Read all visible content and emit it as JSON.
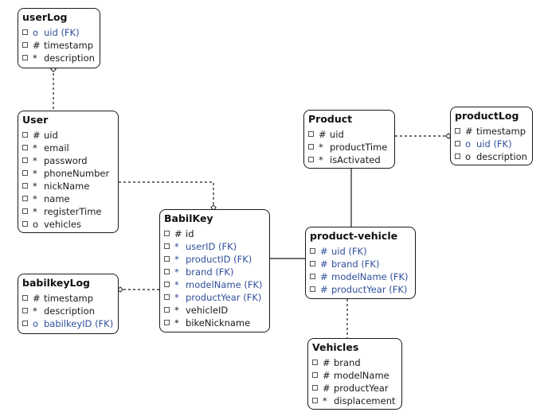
{
  "entities": [
    {
      "id": "userLog",
      "title": "userLog",
      "attrs": [
        {
          "sym": "o",
          "name": "uid (FK)",
          "fk": true
        },
        {
          "sym": "#",
          "name": "timestamp",
          "fk": false
        },
        {
          "sym": "*",
          "name": "description",
          "fk": false
        }
      ]
    },
    {
      "id": "User",
      "title": "User",
      "attrs": [
        {
          "sym": "#",
          "name": "uid",
          "fk": false
        },
        {
          "sym": "*",
          "name": "email",
          "fk": false
        },
        {
          "sym": "*",
          "name": "password",
          "fk": false
        },
        {
          "sym": "*",
          "name": "phoneNumber",
          "fk": false
        },
        {
          "sym": "*",
          "name": "nickName",
          "fk": false
        },
        {
          "sym": "*",
          "name": "name",
          "fk": false
        },
        {
          "sym": "*",
          "name": "registerTime",
          "fk": false
        },
        {
          "sym": "o",
          "name": "vehicles",
          "fk": false
        }
      ]
    },
    {
      "id": "Product",
      "title": "Product",
      "attrs": [
        {
          "sym": "#",
          "name": "uid",
          "fk": false
        },
        {
          "sym": "*",
          "name": "productTime",
          "fk": false
        },
        {
          "sym": "*",
          "name": "isActivated",
          "fk": false
        }
      ]
    },
    {
      "id": "productLog",
      "title": "productLog",
      "attrs": [
        {
          "sym": "#",
          "name": "timestamp",
          "fk": false
        },
        {
          "sym": "o",
          "name": "uid (FK)",
          "fk": true
        },
        {
          "sym": "o",
          "name": "description",
          "fk": false
        }
      ]
    },
    {
      "id": "BabilKey",
      "title": "BabilKey",
      "attrs": [
        {
          "sym": "#",
          "name": "id",
          "fk": false
        },
        {
          "sym": "*",
          "name": "userID (FK)",
          "fk": true
        },
        {
          "sym": "*",
          "name": "productID (FK)",
          "fk": true
        },
        {
          "sym": "*",
          "name": "brand (FK)",
          "fk": true
        },
        {
          "sym": "*",
          "name": "modelName (FK)",
          "fk": true
        },
        {
          "sym": "*",
          "name": "productYear (FK)",
          "fk": true
        },
        {
          "sym": "*",
          "name": "vehicleID",
          "fk": false
        },
        {
          "sym": "*",
          "name": "bikeNickname",
          "fk": false
        }
      ]
    },
    {
      "id": "product-vehicle",
      "title": "product-vehicle",
      "attrs": [
        {
          "sym": "#",
          "name": "uid (FK)",
          "fk": true
        },
        {
          "sym": "#",
          "name": "brand (FK)",
          "fk": true
        },
        {
          "sym": "#",
          "name": "modelName (FK)",
          "fk": true
        },
        {
          "sym": "#",
          "name": "productYear (FK)",
          "fk": true
        }
      ]
    },
    {
      "id": "babilkeyLog",
      "title": "babilkeyLog",
      "attrs": [
        {
          "sym": "#",
          "name": "timestamp",
          "fk": false
        },
        {
          "sym": "*",
          "name": "description",
          "fk": false
        },
        {
          "sym": "o",
          "name": "babilkeyID (FK)",
          "fk": true
        }
      ]
    },
    {
      "id": "Vehicles",
      "title": "Vehicles",
      "attrs": [
        {
          "sym": "#",
          "name": "brand",
          "fk": false
        },
        {
          "sym": "#",
          "name": "modelName",
          "fk": false
        },
        {
          "sym": "#",
          "name": "productYear",
          "fk": false
        },
        {
          "sym": "*",
          "name": "displacement",
          "fk": false
        }
      ]
    }
  ],
  "relationships": [
    {
      "from": "userLog",
      "to": "User",
      "style": "dashed"
    },
    {
      "from": "User",
      "to": "BabilKey",
      "style": "dashed"
    },
    {
      "from": "Product",
      "to": "productLog",
      "style": "dashed"
    },
    {
      "from": "Product",
      "to": "product-vehicle",
      "style": "solid"
    },
    {
      "from": "BabilKey",
      "to": "product-vehicle",
      "style": "solid"
    },
    {
      "from": "babilkeyLog",
      "to": "BabilKey",
      "style": "dashed"
    },
    {
      "from": "product-vehicle",
      "to": "Vehicles",
      "style": "dashed"
    }
  ],
  "colors": {
    "border": "#1a1a1a",
    "fk_text": "#2f4f9c",
    "text": "#1a1a1a"
  }
}
